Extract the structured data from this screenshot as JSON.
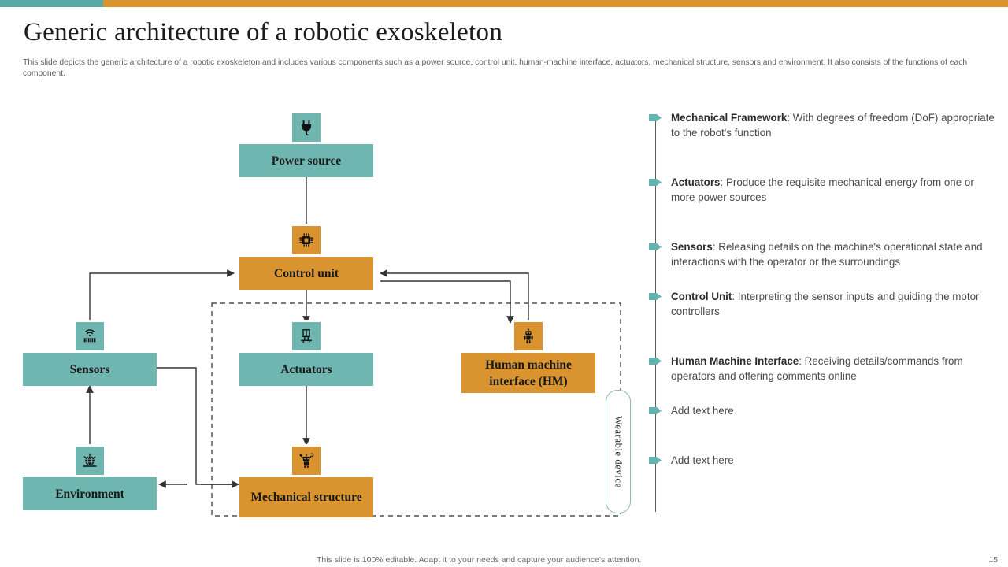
{
  "theme": {
    "teal": "#6fb5b0",
    "orange": "#d9942f",
    "bar_teal": "#5aa9a4",
    "bar_orange": "#d9942f",
    "text_dark": "#1a1a1a",
    "body_text": "#4a4a4a"
  },
  "header": {
    "title": "Generic architecture of a robotic exoskeleton",
    "subtitle": "This slide depicts the generic architecture of a robotic exoskeleton and includes various components such as a power source, control unit, human-machine interface, actuators, mechanical structure, sensors and environment. It also consists of the functions of each component."
  },
  "diagram": {
    "wearable_label": "Wearable device",
    "nodes": [
      {
        "id": "power-source",
        "label": "Power source",
        "color": "teal",
        "icon": "power-plug-icon"
      },
      {
        "id": "control-unit",
        "label": "Control unit",
        "color": "orange",
        "icon": "microchip-icon"
      },
      {
        "id": "sensors",
        "label": "Sensors",
        "color": "teal",
        "icon": "sensor-signal-icon"
      },
      {
        "id": "actuators",
        "label": "Actuators",
        "color": "teal",
        "icon": "actuator-piston-icon"
      },
      {
        "id": "human-machine-interface",
        "label": "Human machine interface (HM)",
        "color": "orange",
        "icon": "robot-person-icon"
      },
      {
        "id": "environment",
        "label": "Environment",
        "color": "teal",
        "icon": "globe-environment-icon"
      },
      {
        "id": "mechanical-structure",
        "label": "Mechanical structure",
        "color": "orange",
        "icon": "robot-arms-icon"
      }
    ]
  },
  "bullets": [
    {
      "lead": "Mechanical Framework",
      "rest": ": With degrees of freedom (DoF) appropriate to the robot's function"
    },
    {
      "lead": "Actuators",
      "rest": ": Produce the requisite mechanical energy from one or more power sources"
    },
    {
      "lead": "Sensors",
      "rest": ": Releasing details on the machine's operational state and interactions with the operator or the surroundings"
    },
    {
      "lead": "Control Unit",
      "rest": ": Interpreting the sensor inputs and guiding the motor controllers"
    },
    {
      "lead": "Human Machine Interface",
      "rest": ": Receiving details/commands from operators and offering comments online"
    },
    {
      "lead": "",
      "rest": "Add text here"
    },
    {
      "lead": "",
      "rest": "Add text here"
    }
  ],
  "footer": {
    "note": "This slide is 100% editable. Adapt it to your needs and capture your audience's attention.",
    "page_number": "15"
  }
}
